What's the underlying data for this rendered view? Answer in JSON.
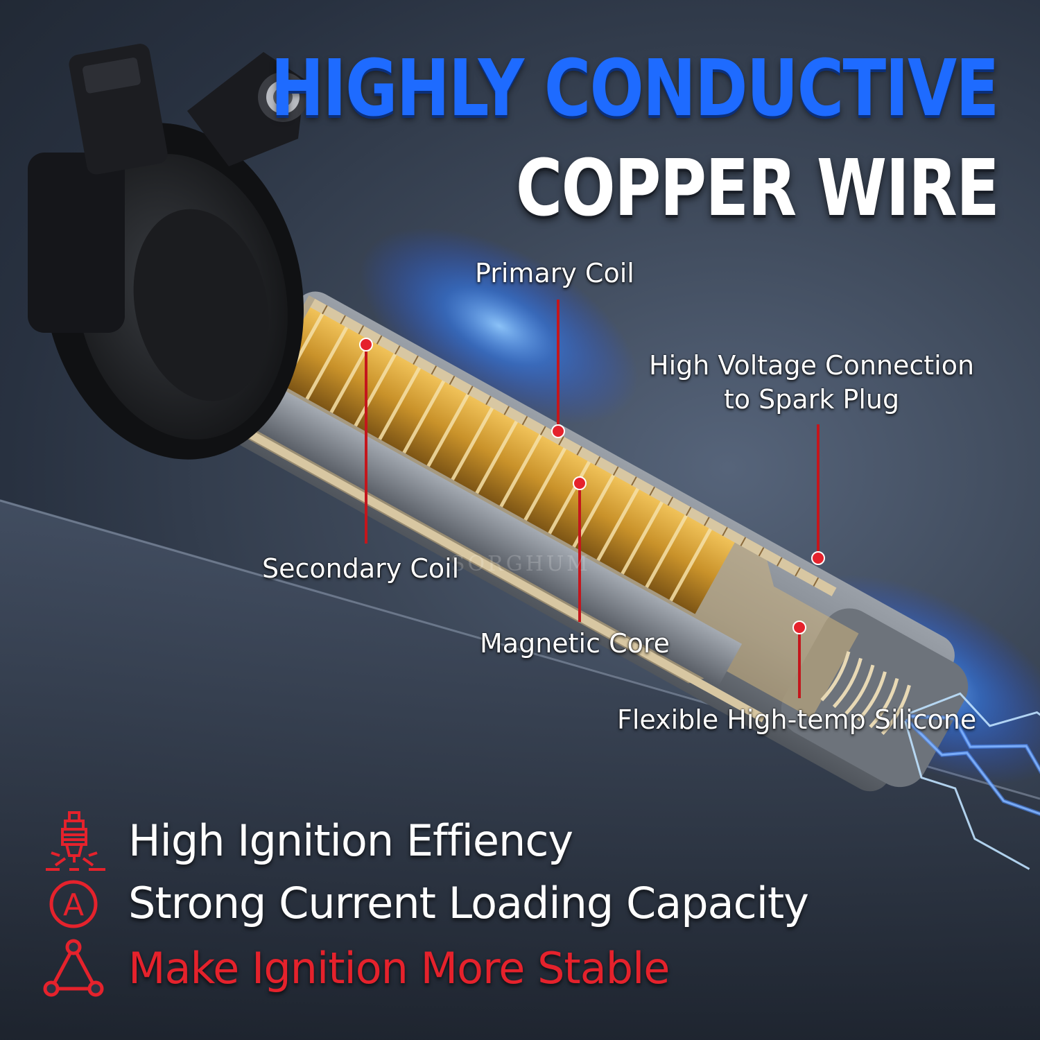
{
  "headline": {
    "line1": "HIGHLY CONDUCTIVE",
    "line2": "COPPER WIRE"
  },
  "callouts": {
    "primary_coil": "Primary Coil",
    "high_voltage_line1": "High Voltage Connection",
    "high_voltage_line2": "to Spark Plug",
    "secondary_coil": "Secondary Coil",
    "magnetic_core": "Magnetic Core",
    "silicone": "Flexible High-temp Silicone"
  },
  "features": [
    {
      "text": "High Ignition Effiency",
      "icon": "spark-plug-icon",
      "icon_letter": ""
    },
    {
      "text": "Strong Current Loading Capacity",
      "icon": "circled-a-icon",
      "icon_letter": "A"
    },
    {
      "text": "Make Ignition More Stable",
      "icon": "triangle-network-icon",
      "icon_letter": ""
    }
  ],
  "watermark": "SORGHUM",
  "colors": {
    "headline_blue": "#1e6bff",
    "accent_red": "#e5222c",
    "text_white": "#ffffff",
    "background": "#2b3444",
    "copper": "#c9922a",
    "silicone_gray": "#7d838b"
  }
}
